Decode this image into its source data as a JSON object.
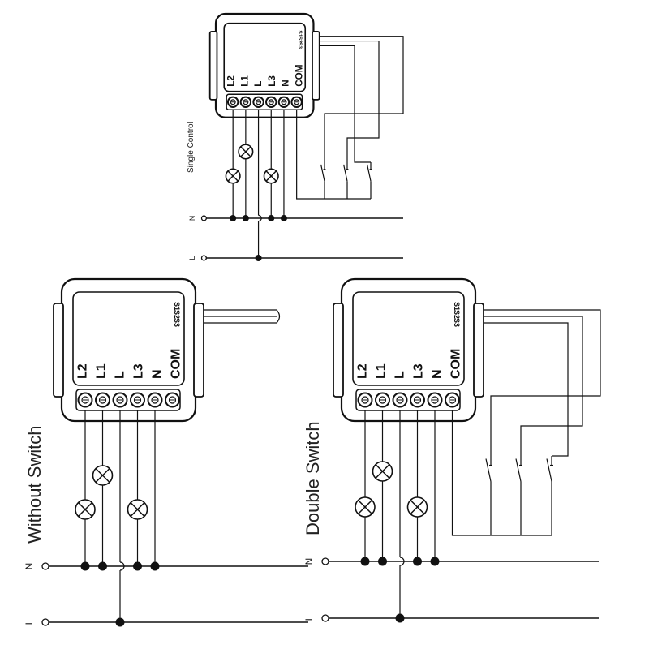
{
  "diagrams": [
    {
      "caption": "Single Control",
      "terminals": [
        "L2",
        "L1",
        "L",
        "L3",
        "N",
        "COM"
      ],
      "switch_inputs": [
        "S1",
        "S2",
        "S3"
      ],
      "lines": {
        "neutral": "N",
        "live": "L"
      }
    },
    {
      "caption": "Without Switch",
      "terminals": [
        "L2",
        "L1",
        "L",
        "L3",
        "N",
        "COM"
      ],
      "switch_inputs": [
        "S1",
        "S2",
        "S3"
      ],
      "lines": {
        "neutral": "N",
        "live": "L"
      }
    },
    {
      "caption": "Double Switch",
      "terminals": [
        "L2",
        "L1",
        "L",
        "L3",
        "N",
        "COM"
      ],
      "switch_inputs": [
        "S1",
        "S2",
        "S3"
      ],
      "lines": {
        "neutral": "N",
        "live": "L"
      }
    }
  ],
  "colors": {
    "ink": "#111111",
    "background": "#ffffff"
  }
}
